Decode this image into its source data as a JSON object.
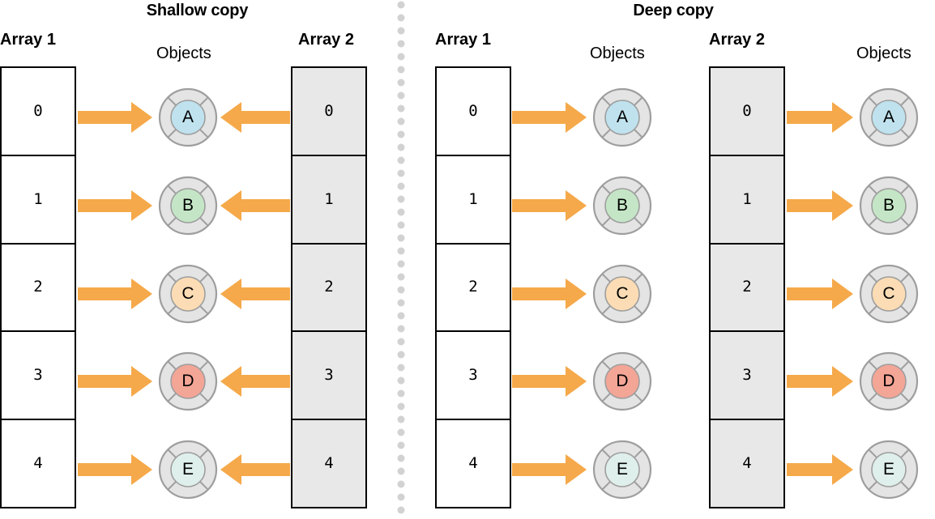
{
  "figure": {
    "type": "diagram",
    "subject": "Shallow copy vs deep copy of an array of objects"
  },
  "colors": {
    "arrow": "#F5A94A",
    "array_fill_copy": "#E8E8E8",
    "array_fill_original": "#FFFFFF",
    "array_border": "#000000",
    "object_shell_fill": "#E4E4E4",
    "object_shell_stroke": "#9E9E9E",
    "divider_dot": "#D2D2D2"
  },
  "objects_legend": {
    "A": "#BFE2EE",
    "B": "#C4E6C6",
    "C": "#FBDCB4",
    "D": "#F3A596",
    "E": "#DFEFEC"
  },
  "panels": [
    {
      "id": "shallow",
      "title": "Shallow copy",
      "columns": {
        "array1_label": "Array 1",
        "objects_label": "Objects",
        "array2_label": "Array 2"
      },
      "array1": {
        "name": "Array 1",
        "style": "original",
        "cells": [
          "0",
          "1",
          "2",
          "3",
          "4"
        ]
      },
      "array2": {
        "name": "Array 2",
        "style": "copy",
        "cells": [
          "0",
          "1",
          "2",
          "3",
          "4"
        ]
      },
      "objects": [
        {
          "label": "A",
          "color": "#BFE2EE"
        },
        {
          "label": "B",
          "color": "#C4E6C6"
        },
        {
          "label": "C",
          "color": "#FBDCB4"
        },
        {
          "label": "D",
          "color": "#F3A596"
        },
        {
          "label": "E",
          "color": "#DFEFEC"
        }
      ],
      "arrows": {
        "from_array1": "right",
        "from_array2": "left",
        "note": "both arrays point at the same shared object set"
      }
    },
    {
      "id": "deep",
      "title": "Deep copy",
      "columns": {
        "array1_label": "Array 1",
        "objects1_label": "Objects",
        "array2_label": "Array 2",
        "objects2_label": "Objects"
      },
      "array1": {
        "name": "Array 1",
        "style": "original",
        "cells": [
          "0",
          "1",
          "2",
          "3",
          "4"
        ]
      },
      "array2": {
        "name": "Array 2",
        "style": "copy",
        "cells": [
          "0",
          "1",
          "2",
          "3",
          "4"
        ]
      },
      "objects1": [
        {
          "label": "A",
          "color": "#BFE2EE"
        },
        {
          "label": "B",
          "color": "#C4E6C6"
        },
        {
          "label": "C",
          "color": "#FBDCB4"
        },
        {
          "label": "D",
          "color": "#F3A596"
        },
        {
          "label": "E",
          "color": "#DFEFEC"
        }
      ],
      "objects2": [
        {
          "label": "A",
          "color": "#BFE2EE"
        },
        {
          "label": "B",
          "color": "#C4E6C6"
        },
        {
          "label": "C",
          "color": "#FBDCB4"
        },
        {
          "label": "D",
          "color": "#F3A596"
        },
        {
          "label": "E",
          "color": "#DFEFEC"
        }
      ],
      "arrows": {
        "from_array1": "right",
        "from_array2": "right",
        "note": "each array points at its own independent object set"
      }
    }
  ]
}
